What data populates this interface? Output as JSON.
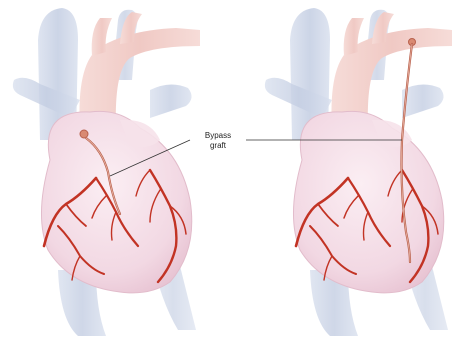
{
  "callout": {
    "line1": "Bypass",
    "line2": "graft"
  },
  "colors": {
    "heart_body": "#f4dde6",
    "heart_shadow": "#e8c4d3",
    "vessels_blue": "#c9d3e4",
    "aorta": "#f3d2cf",
    "coronary_artery": "#c23324",
    "graft": "#b8604c",
    "leader_line": "#333333"
  },
  "icons": {
    "left_heart": "heart-with-short-bypass-graft",
    "right_heart": "heart-with-long-bypass-graft"
  }
}
